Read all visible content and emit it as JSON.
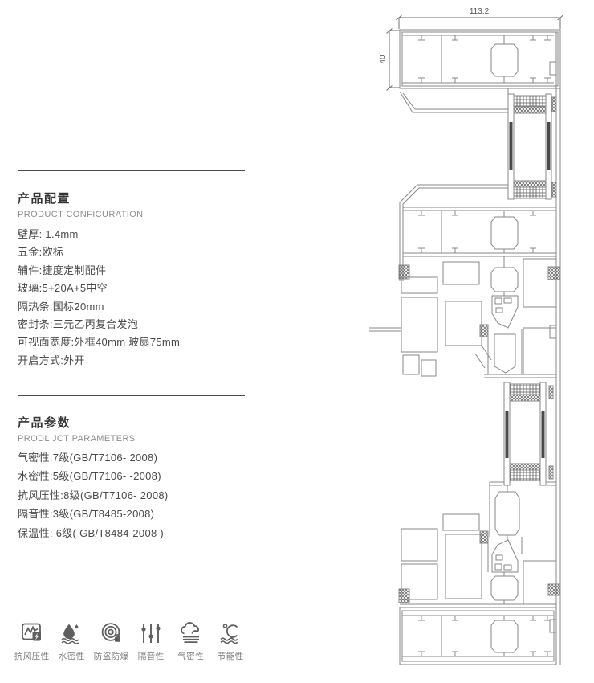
{
  "config_section": {
    "title": "产品配置",
    "subtitle": "PRODUCT CONFICURATION",
    "items": [
      "壁厚: 1.4mm",
      "五金:欧标",
      "辅件:捷度定制配件",
      "玻璃:5+20A+5中空",
      "隔热条:国标20mm",
      "密封条:三元乙丙复合发泡",
      "可视面宽度:外框40mm 玻扇75mm",
      "开启方式:外开"
    ]
  },
  "params_section": {
    "title": "产品参数",
    "subtitle": "PRODL JCT PARAMETERS",
    "items": [
      "气密性:7级(GB/T7106- 2008)",
      "水密性:5级(GB/T7106- -2008)",
      "抗风压性:8级(GB/T7106- 2008)",
      "隔音性:3级(GB/T8485-2008)",
      "保温性: 6级( GB/T8484-2008 )"
    ]
  },
  "features": [
    {
      "icon": "wind-pressure-icon",
      "label": "抗风压性"
    },
    {
      "icon": "water-tightness-icon",
      "label": "水密性"
    },
    {
      "icon": "anti-theft-icon",
      "label": "防盗防爆"
    },
    {
      "icon": "sound-insulation-icon",
      "label": "隔音性"
    },
    {
      "icon": "air-tightness-icon",
      "label": "气密性"
    },
    {
      "icon": "energy-saving-icon",
      "label": "节能性"
    }
  ],
  "drawing": {
    "dim_width": "113.2",
    "dim_height": "40"
  },
  "colors": {
    "heading_text": "#353535",
    "body_text": "#4a4a4a",
    "subtitle_text": "#8d8d8d",
    "icon_gray": "#5f5f5f",
    "drawing_line": "#878787",
    "rule_line": "#4a4a4a"
  }
}
